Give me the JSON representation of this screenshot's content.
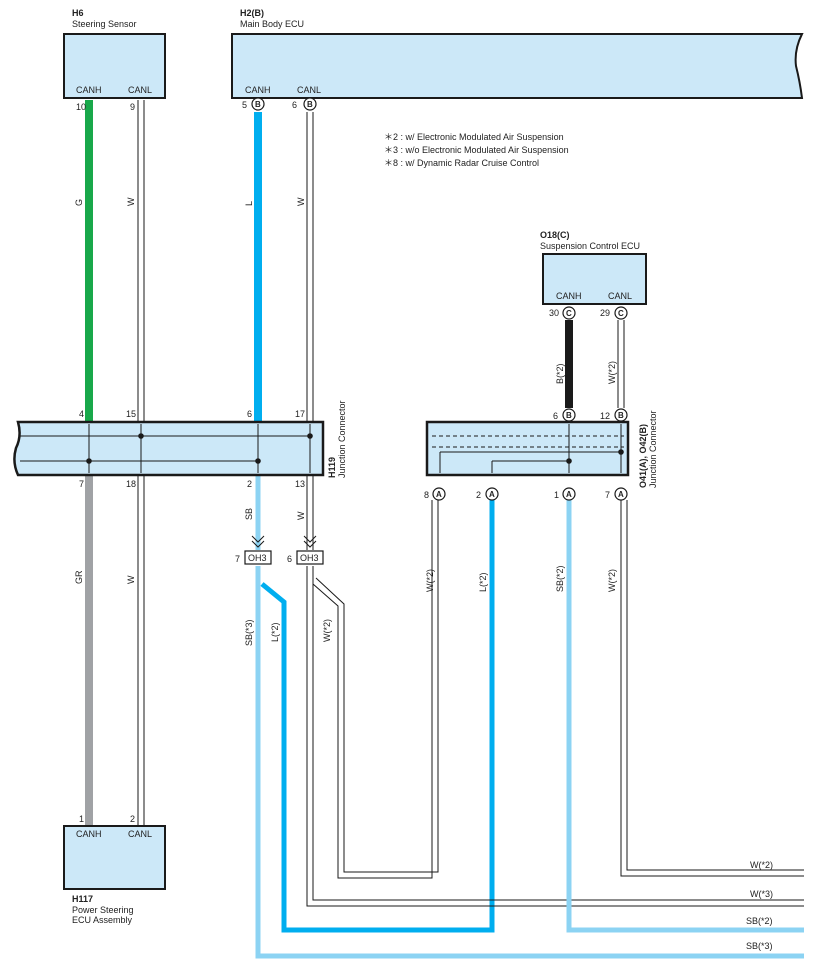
{
  "colors": {
    "green": "#18a84a",
    "blue": "#00aeef",
    "light_blue": "#8cd3f3",
    "gray": "#a0a2a5",
    "black": "#1a1a1a",
    "box_fill": "#cce8f8"
  },
  "components": {
    "h6": {
      "code": "H6",
      "name": "Steering Sensor",
      "pin1": "CANH",
      "pin2": "CANL",
      "n1": "10",
      "n2": "9"
    },
    "h2": {
      "code": "H2(B)",
      "name": "Main Body ECU",
      "pin1": "CANH",
      "pin2": "CANL",
      "n1": "5",
      "n2": "6",
      "c": "B"
    },
    "o18": {
      "code": "O18(C)",
      "name": "Suspension Control ECU",
      "pin1": "CANH",
      "pin2": "CANL",
      "n1": "30",
      "n2": "29",
      "c": "C"
    },
    "h117": {
      "code": "H117",
      "name1": "Power Steering",
      "name2": "ECU Assembly",
      "pin1": "CANH",
      "pin2": "CANL",
      "n1": "1",
      "n2": "2"
    },
    "h119": {
      "code": "H119",
      "name": "Junction Connector",
      "t1": "4",
      "t2": "15",
      "t3": "6",
      "t4": "17",
      "b1": "7",
      "b2": "18",
      "b3": "2",
      "b4": "13"
    },
    "o41": {
      "code": "O41(A), O42(B)",
      "name": "Junction Connector",
      "t1": "6",
      "t2": "12",
      "tc": "B",
      "b1": "8",
      "b2": "2",
      "b3": "1",
      "b4": "7",
      "bc": "A"
    }
  },
  "notes": [
    "＊2 : w/ Electronic Modulated Air Suspension",
    "＊3 : w/o Electronic Modulated Air Suspension",
    "＊8 : w/ Dynamic Radar Cruise Control"
  ],
  "connectors": {
    "oh3_a": {
      "pin": "7",
      "label": "OH3"
    },
    "oh3_b": {
      "pin": "6",
      "label": "OH3"
    }
  },
  "wire_labels": {
    "g": "G",
    "w1": "W",
    "l": "L",
    "w2": "W",
    "b2": "B(*2)",
    "w_2a": "W(*2)",
    "gr": "GR",
    "w3": "W",
    "sb": "SB",
    "w4": "W",
    "w_2b": "W(*2)",
    "l_2a": "L(*2)",
    "sb_2a": "SB(*2)",
    "w_2c": "W(*2)",
    "sb_3": "SB(*3)",
    "l_2b": "L(*2)",
    "w_2d": "W(*2)"
  },
  "edge_labels": {
    "e1": "W(*2)",
    "e2": "W(*3)",
    "e3": "SB(*2)",
    "e4": "SB(*3)"
  }
}
